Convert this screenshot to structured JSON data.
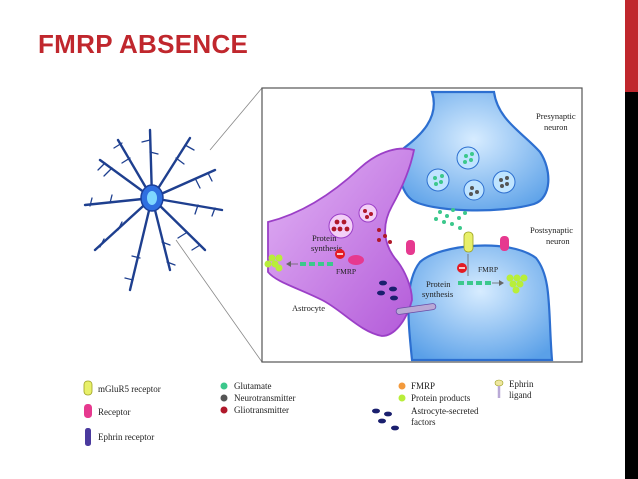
{
  "title": "FMRP ABSENCE",
  "colors": {
    "title": "#c0272d",
    "neuron_blue": "#5aa0e8",
    "astrocyte_purple": "#c879e6",
    "glutamate": "#3cc88c",
    "neurotransmitter": "#555555",
    "gliotransmitter": "#b0182a",
    "fmrp": "#f39a3c",
    "protein_products": "#b8ee3a"
  },
  "labels": {
    "presynaptic": [
      "Presynaptic",
      "neuron"
    ],
    "postsynaptic": [
      "Postsynaptic",
      "neuron"
    ],
    "protein_synthesis_astro": [
      "Protein",
      "synthesis"
    ],
    "protein_synthesis_neuron": [
      "Protein",
      "synthesis"
    ],
    "fmrp_astro": "FMRP",
    "fmrp_neuron": "FMRP",
    "astrocyte": "Astrocyte"
  },
  "legend": {
    "mglur5": "mGluR5 receptor",
    "receptor": "Receptor",
    "ephrin_receptor": "Ephrin receptor",
    "glutamate": "Glutamate",
    "neurotransmitter": "Neurotransmitter",
    "gliotransmitter": "Gliotransmitter",
    "fmrp": "FMRP",
    "protein_products": "Protein products",
    "astrocyte_factors": [
      "Astrocyte-secreted",
      "factors"
    ],
    "ephrin_ligand": [
      "Ephrin",
      "ligand"
    ]
  }
}
